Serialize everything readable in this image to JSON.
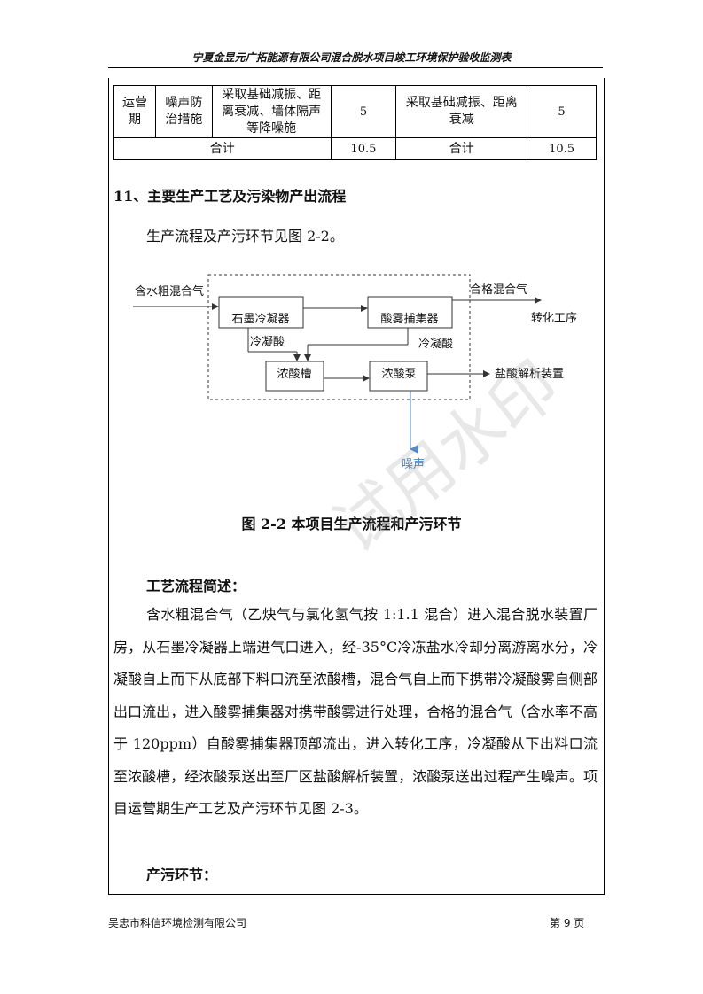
{
  "header": {
    "title": "宁夏金昱元广拓能源有限公司混合脱水项目竣工环境保护验收监测表"
  },
  "table": {
    "row1": {
      "phase": "运营\n期",
      "item": "噪声防\n治措施",
      "planned_measure": "采取基础减振、距\n离衰减、墙体隔声\n等降噪施",
      "planned_invest": "5",
      "actual_measure": "采取基础减振、距离\n衰减",
      "actual_invest": "5"
    },
    "row2": {
      "total_label_left": "合计",
      "total_planned": "10.5",
      "total_label_right": "合计",
      "total_actual": "10.5"
    }
  },
  "section": {
    "title": "11、主要生产工艺及污染物产出流程",
    "intro": "生产流程及产污环节见图 2-2。"
  },
  "diagram": {
    "input_gas": "含水粗混合气",
    "graphite_condenser": "石墨冷凝器",
    "acid_mist_collector": "酸雾捕集器",
    "qualified_gas": "合格混合气",
    "conversion": "转化工序",
    "condensed_acid_left": "冷凝酸",
    "condensed_acid_right": "冷凝酸",
    "acid_tank": "浓酸槽",
    "acid_pump": "浓酸泵",
    "hcl_desorption": "盐酸解析装置",
    "noise": "噪声",
    "line_color": "#4a86c8"
  },
  "figure": {
    "caption": "图 2-2 本项目生产流程和产污环节"
  },
  "process": {
    "heading": "工艺流程简述：",
    "paragraph": "含水粗混合气（乙炔气与氯化氢气按 1:1.1 混合）进入混合脱水装置厂房，从石墨冷凝器上端进气口进入，经-35°C冷冻盐水冷却分离游离水分，冷凝酸自上而下从底部下料口流至浓酸槽，混合气自上而下携带冷凝酸雾自侧部出口流出，进入酸雾捕集器对携带酸雾进行处理，合格的混合气（含水率不高于 120ppm）自酸雾捕集器顶部流出，进入转化工序，冷凝酸从下出料口流至浓酸槽，经浓酸泵送出至厂区盐酸解析装置，浓酸泵送出过程产生噪声。项目运营期生产工艺及产污环节见图 2-3。"
  },
  "pollution": {
    "heading": "产污环节："
  },
  "footer": {
    "company": "吴忠市科信环境检测有限公司",
    "page": "第 9 页"
  },
  "watermark": {
    "text": "试用水印"
  }
}
